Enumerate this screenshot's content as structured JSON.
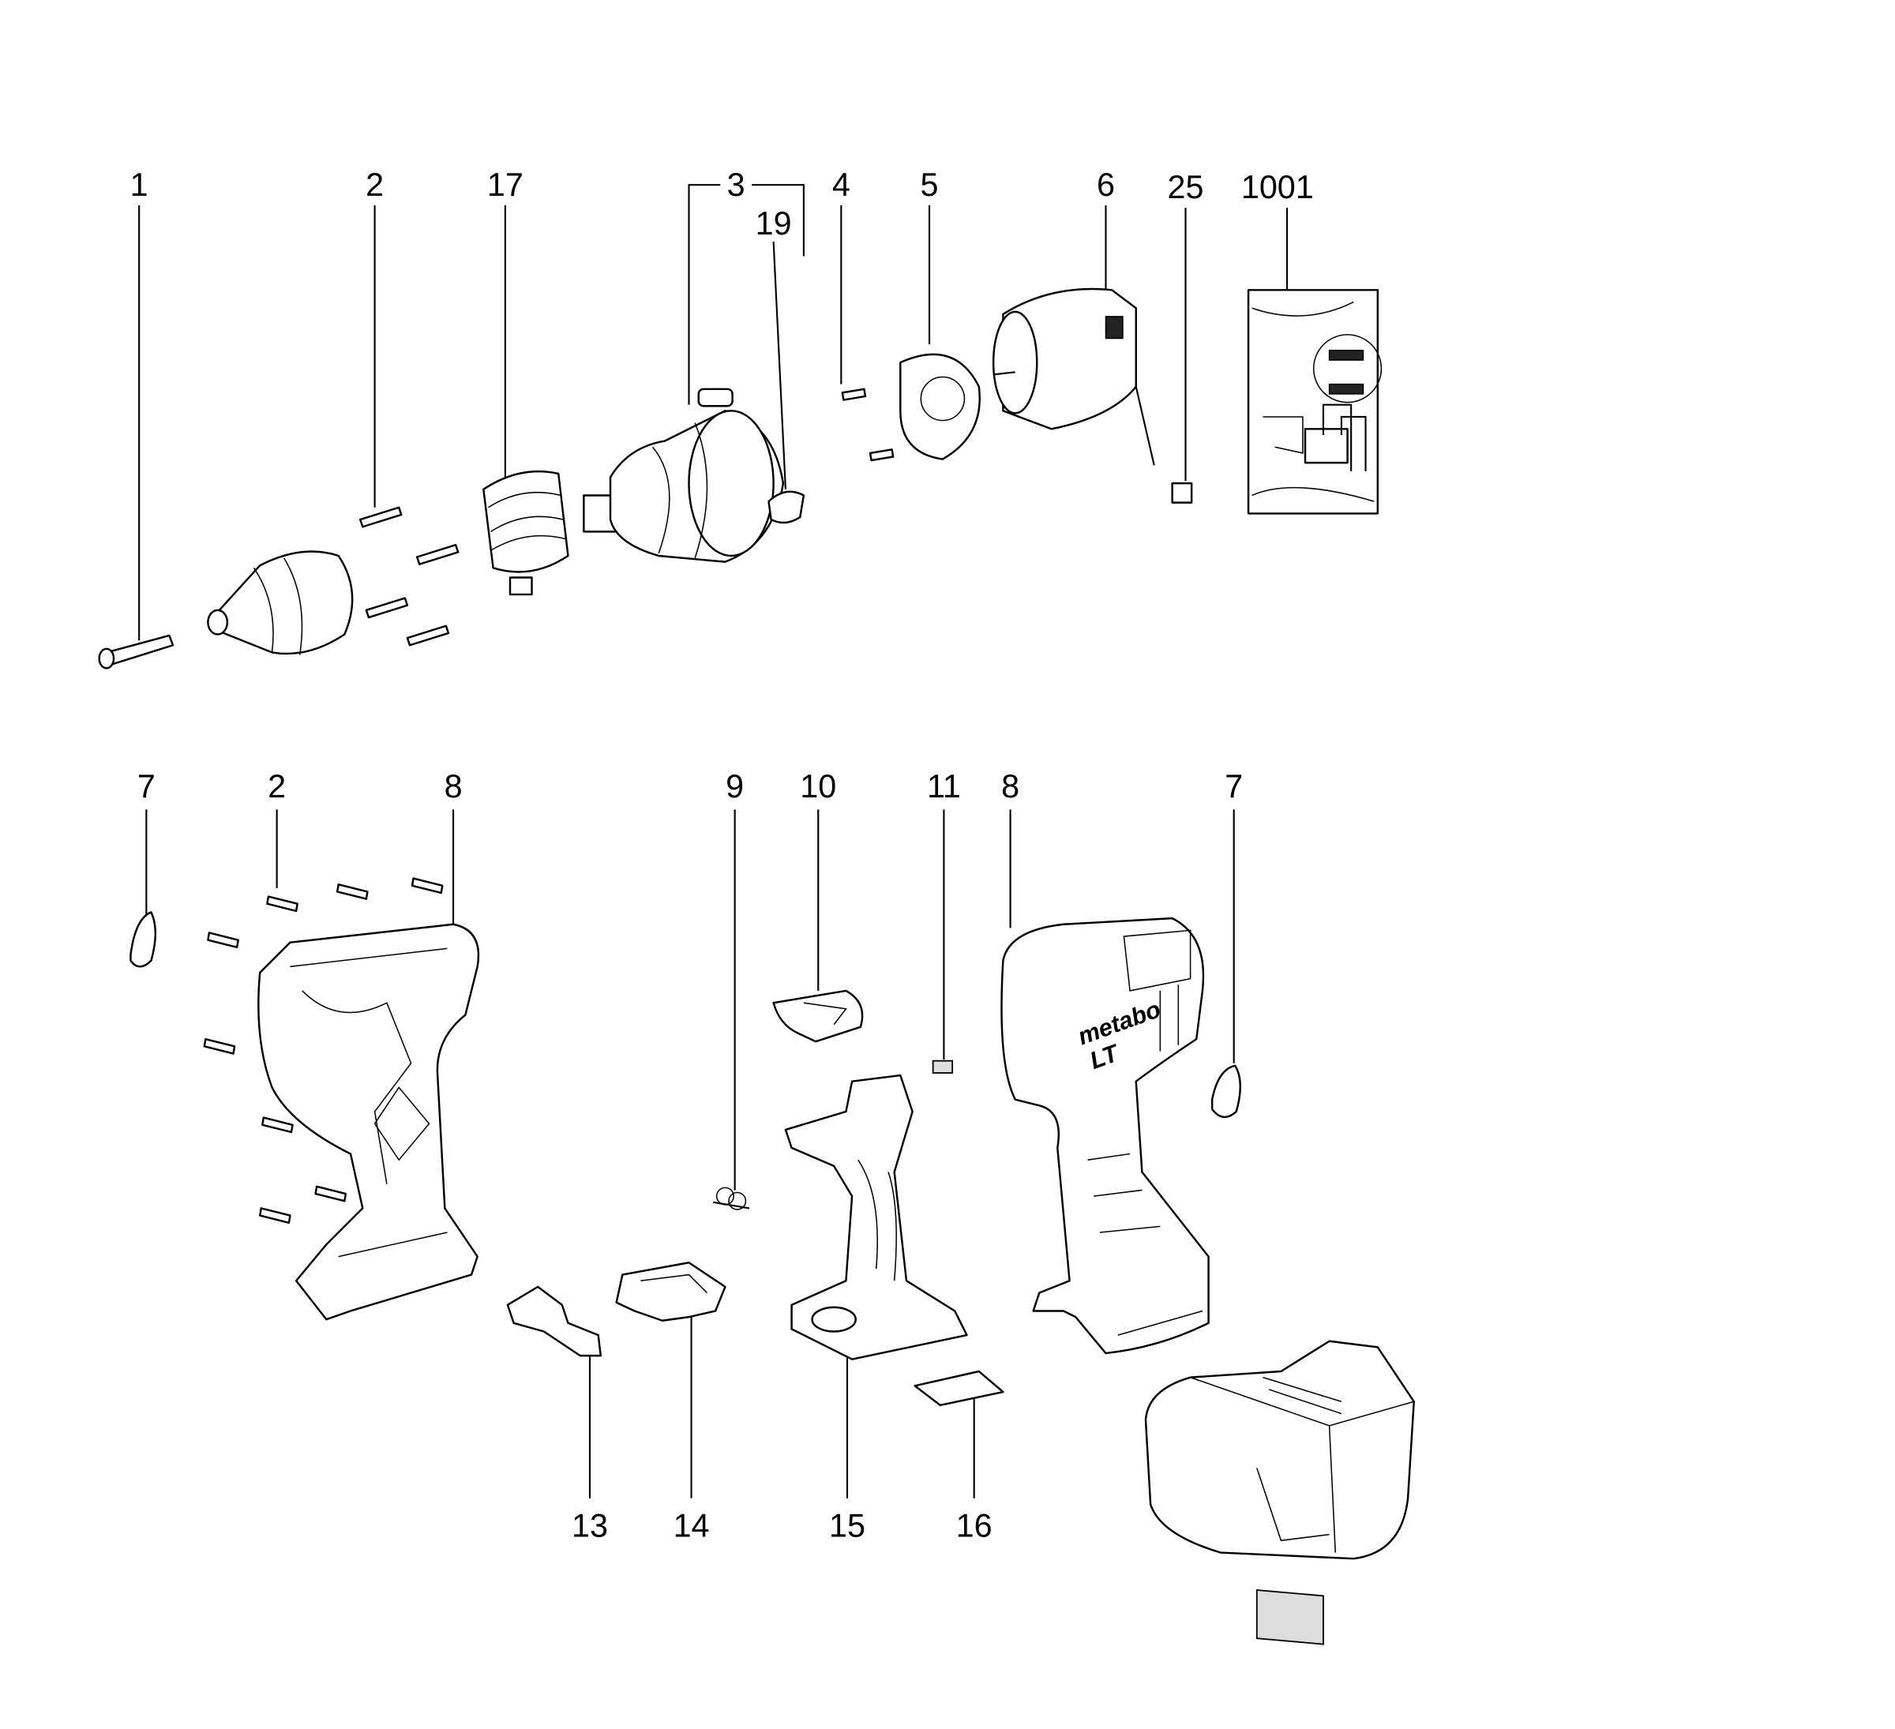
{
  "diagram": {
    "title": "Exploded parts diagram - cordless drill",
    "callouts": {
      "c1": "1",
      "c2": "2",
      "c17": "17",
      "c3": "3",
      "c19": "19",
      "c4": "4",
      "c5": "5",
      "c6": "6",
      "c25": "25",
      "c1001": "1001",
      "c7a": "7",
      "c2b": "2",
      "c8a": "8",
      "c9": "9",
      "c10": "10",
      "c11": "11",
      "c8b": "8",
      "c7b": "7",
      "c13": "13",
      "c14": "14",
      "c15": "15",
      "c16": "16"
    },
    "housing_logo": "metabo",
    "housing_sublogo": "LT"
  }
}
